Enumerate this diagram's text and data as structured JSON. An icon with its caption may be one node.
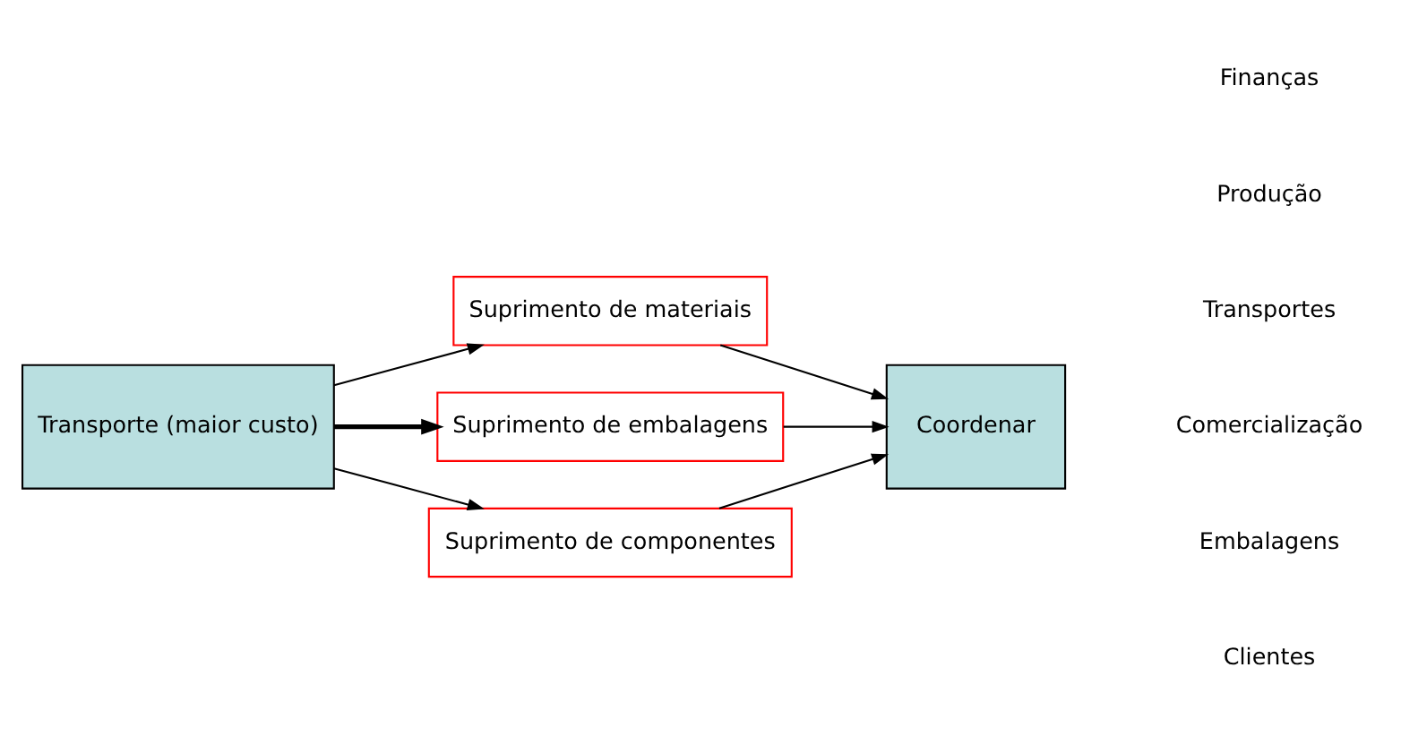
{
  "diagram": {
    "nodes": [
      {
        "text": [
          "Transporte (maior custo)"
        ]
      },
      {
        "text": [
          "Suprimento de materiais"
        ]
      },
      {
        "text": [
          "Suprimento de embalagens"
        ]
      },
      {
        "text": [
          "Suprimento de componentes"
        ]
      },
      {
        "text": [
          "Coordenar"
        ]
      }
    ],
    "edges": [
      {
        "from": 0,
        "to": 1,
        "arrow": "to"
      },
      {
        "from": 0,
        "to": 2,
        "arrow": "to",
        "style": "thick"
      },
      {
        "from": 0,
        "to": 3,
        "arrow": "to"
      },
      {
        "from": 1,
        "to": 4,
        "arrow": "to"
      },
      {
        "from": 2,
        "to": 4,
        "arrow": "to"
      },
      {
        "from": 3,
        "to": 4,
        "arrow": "to"
      }
    ],
    "labels": [
      "Finanças",
      "Produção",
      "Transportes",
      "Comercialização",
      "Embalagens",
      "Clientes"
    ]
  }
}
